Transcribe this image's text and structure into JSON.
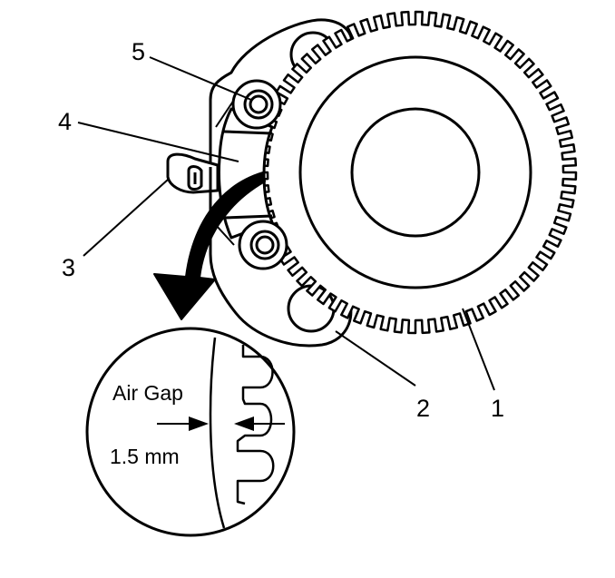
{
  "diagram": {
    "callouts": {
      "c1": "1",
      "c2": "2",
      "c3": "3",
      "c4": "4",
      "c5": "5"
    },
    "detail": {
      "title": "Air Gap",
      "value": "1.5 mm"
    },
    "colors": {
      "ink": "#000000",
      "paper": "#ffffff"
    }
  }
}
